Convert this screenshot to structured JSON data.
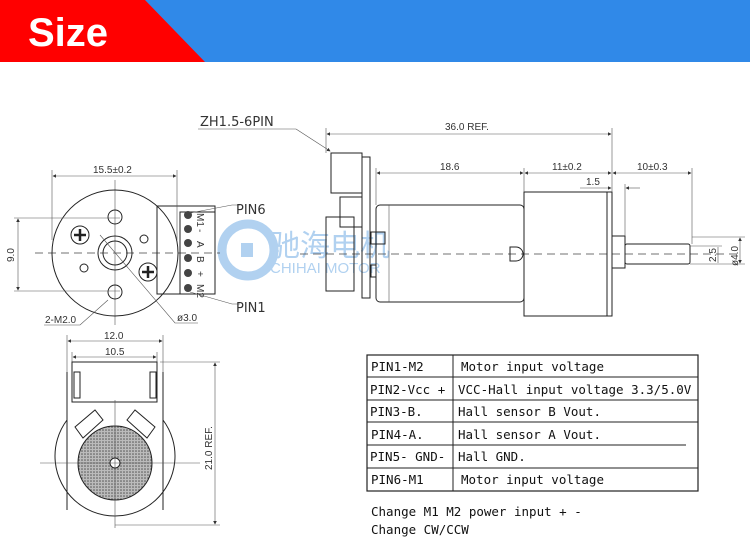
{
  "header": {
    "title": "Size",
    "red": "#ff0000",
    "blue": "#3089e8"
  },
  "watermark": {
    "brand_cn": "驰海电机",
    "brand_en": "CHIHAI MOTOR",
    "color": "#a9cdef"
  },
  "front_view": {
    "width_dim": "15.5±0.2",
    "height_dim": "9.0",
    "screw_label": "2-M2.0",
    "shaft_label": "ø3.0",
    "pin6_label": "PIN6",
    "pin1_label": "PIN1",
    "pin_marks": [
      "M1",
      "-",
      "A",
      "B",
      "+",
      "M2"
    ]
  },
  "side_view": {
    "connector_label": "ZH1.5-6PIN",
    "total_length": "36.0 REF.",
    "motor_length": "18.6",
    "gearbox_length": "11±0.2",
    "shaft_length": "10±0.3",
    "collar_length": "1.5",
    "flat_dim": "2.5",
    "shaft_dia": "ø4.0"
  },
  "bottom_view": {
    "outer_width": "12.0",
    "inner_width": "10.5",
    "height_dim": "21.0 REF."
  },
  "pin_table": {
    "rows": [
      {
        "pin": "PIN1-M2",
        "desc": "Motor input voltage"
      },
      {
        "pin": "PIN2-Vcc +",
        "desc": "VCC-Hall input voltage 3.3/5.0V"
      },
      {
        "pin": "PIN3-B.",
        "desc": "Hall sensor B Vout."
      },
      {
        "pin": "PIN4-A.",
        "desc": "Hall sensor A Vout."
      },
      {
        "pin": "PIN5- GND-",
        "desc": "Hall GND."
      },
      {
        "pin": "PIN6-M1",
        "desc": "Motor input voltage"
      }
    ]
  },
  "notes": [
    "Change M1 M2 power input + -",
    "Change CW/CCW"
  ]
}
